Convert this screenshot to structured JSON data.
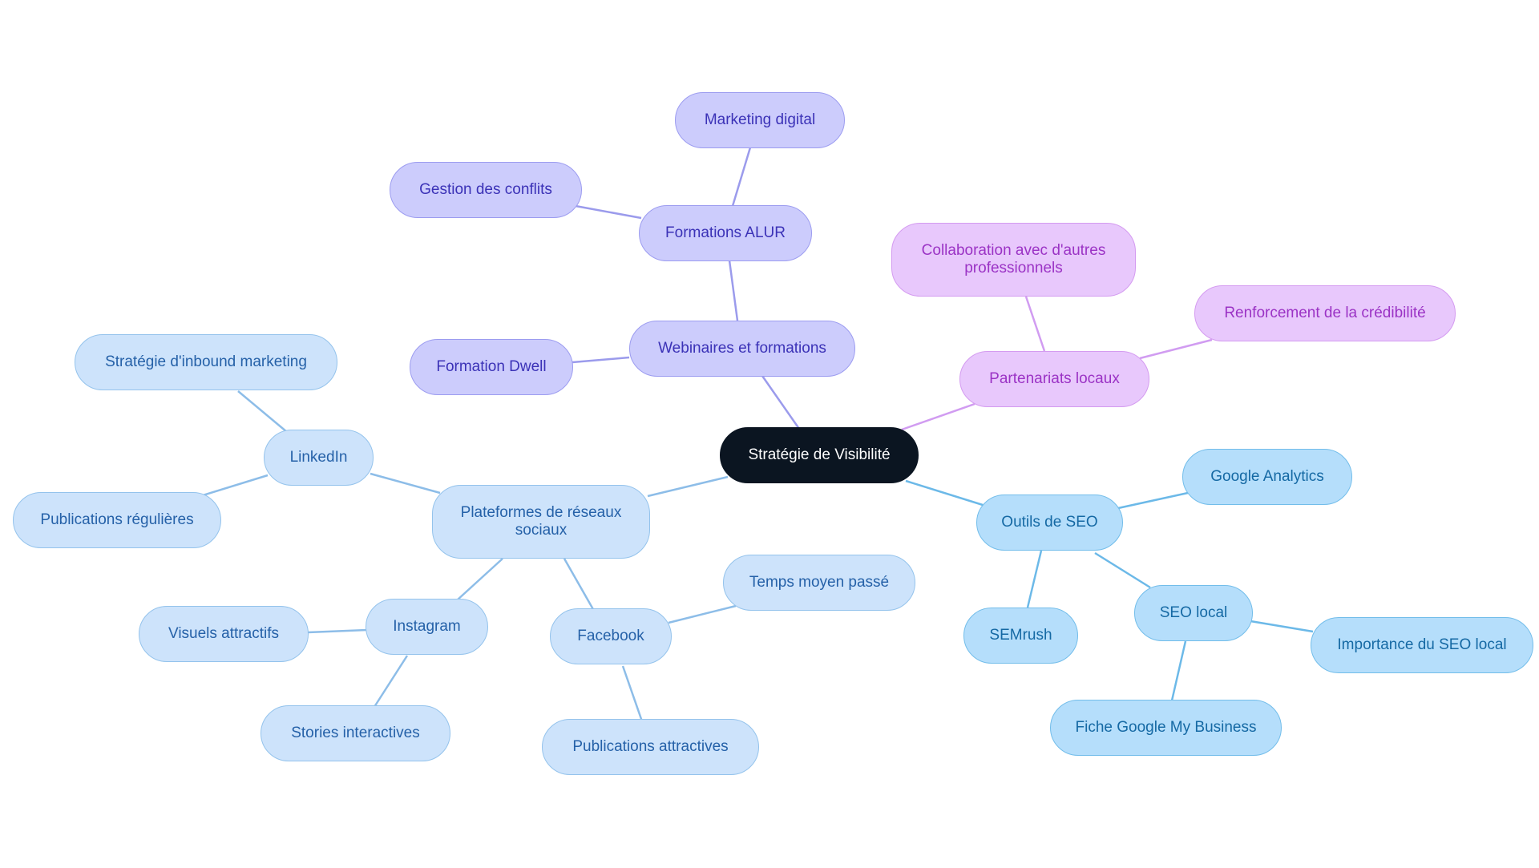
{
  "diagram": {
    "root": "Stratégie de Visibilité",
    "branches": [
      {
        "label": "Webinaires et formations",
        "children": [
          {
            "label": "Formations ALUR",
            "children": [
              {
                "label": "Marketing digital"
              },
              {
                "label": "Gestion des conflits"
              }
            ]
          },
          {
            "label": "Formation Dwell"
          }
        ]
      },
      {
        "label": "Partenariats locaux",
        "children": [
          {
            "label": "Collaboration avec d'autres professionnels"
          },
          {
            "label": "Renforcement de la crédibilité"
          }
        ]
      },
      {
        "label": "Outils de SEO",
        "children": [
          {
            "label": "Google Analytics"
          },
          {
            "label": "SEMrush"
          },
          {
            "label": "SEO local",
            "children": [
              {
                "label": "Importance du SEO local"
              },
              {
                "label": "Fiche Google My Business"
              }
            ]
          }
        ]
      },
      {
        "label": "Plateformes de réseaux sociaux",
        "children": [
          {
            "label": "LinkedIn",
            "children": [
              {
                "label": "Stratégie d'inbound marketing"
              },
              {
                "label": "Publications régulières"
              }
            ]
          },
          {
            "label": "Instagram",
            "children": [
              {
                "label": "Visuels attractifs"
              },
              {
                "label": "Stories interactives"
              }
            ]
          },
          {
            "label": "Facebook",
            "children": [
              {
                "label": "Temps moyen passé"
              },
              {
                "label": "Publications attractives"
              }
            ]
          }
        ]
      }
    ],
    "colors": {
      "root_fill": "#0b1521",
      "webinaires_fill": "#ccccfc",
      "partenariats_fill": "#e8c8fc",
      "seo_fill": "#b5defb",
      "reseaux_fill": "#cde3fb"
    }
  }
}
